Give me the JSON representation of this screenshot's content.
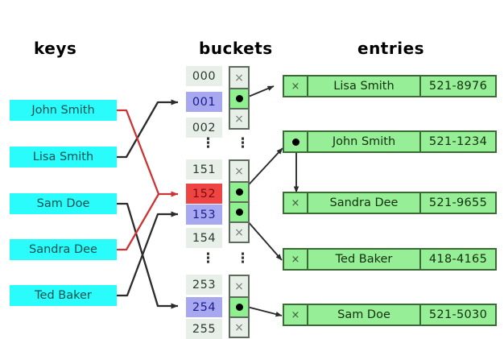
{
  "headings": {
    "keys": "keys",
    "buckets": "buckets",
    "entries": "entries"
  },
  "colors": {
    "key_box": "#2afcfc",
    "bucket_default": "#e8efe8",
    "bucket_selected_blue": "#a8a8f0",
    "bucket_collision_red": "#ee4444",
    "bucket_filled_slot": "#8ef08e",
    "entry_box": "#96ee96",
    "entry_border": "#3a6b34",
    "arrow_black": "#2b2b2b",
    "arrow_red": "#cc3333"
  },
  "keys": [
    {
      "label": "John Smith"
    },
    {
      "label": "Lisa Smith"
    },
    {
      "label": "Sam Doe"
    },
    {
      "label": "Sandra Dee"
    },
    {
      "label": "Ted Baker"
    }
  ],
  "bucket_groups": [
    {
      "rows": [
        {
          "index": "000",
          "state": "normal",
          "slot": "empty"
        },
        {
          "index": "001",
          "state": "selected",
          "slot": "pointer"
        },
        {
          "index": "002",
          "state": "normal",
          "slot": "empty"
        }
      ]
    },
    {
      "rows": [
        {
          "index": "151",
          "state": "normal",
          "slot": "empty"
        },
        {
          "index": "152",
          "state": "collision",
          "slot": "pointer"
        },
        {
          "index": "153",
          "state": "selected",
          "slot": "pointer"
        },
        {
          "index": "154",
          "state": "normal",
          "slot": "empty"
        }
      ]
    },
    {
      "rows": [
        {
          "index": "253",
          "state": "normal",
          "slot": "empty"
        },
        {
          "index": "254",
          "state": "selected",
          "slot": "pointer"
        },
        {
          "index": "255",
          "state": "normal",
          "slot": "empty"
        }
      ]
    }
  ],
  "ellipsis": "⋮",
  "empty_slot_mark": "×",
  "entries": [
    {
      "next": "null",
      "name": "Lisa Smith",
      "phone": "521-8976"
    },
    {
      "next": "pointer",
      "name": "John Smith",
      "phone": "521-1234"
    },
    {
      "next": "null",
      "name": "Sandra Dee",
      "phone": "521-9655"
    },
    {
      "next": "null",
      "name": "Ted Baker",
      "phone": "418-4165"
    },
    {
      "next": "null",
      "name": "Sam Doe",
      "phone": "521-5030"
    }
  ],
  "mappings": [
    {
      "from": "John Smith",
      "to_bucket": "152",
      "color": "red"
    },
    {
      "from": "Lisa Smith",
      "to_bucket": "001",
      "color": "black"
    },
    {
      "from": "Sam Doe",
      "to_bucket": "254",
      "color": "black"
    },
    {
      "from": "Sandra Dee",
      "to_bucket": "152",
      "color": "red"
    },
    {
      "from": "Ted Baker",
      "to_bucket": "153",
      "color": "black"
    }
  ],
  "bucket_links": [
    {
      "bucket": "001",
      "entry": "Lisa Smith"
    },
    {
      "bucket": "152",
      "entry": "John Smith"
    },
    {
      "bucket": "153",
      "entry": "Ted Baker"
    },
    {
      "bucket": "254",
      "entry": "Sam Doe"
    }
  ],
  "chain_links": [
    {
      "from_entry": "John Smith",
      "to_entry": "Sandra Dee"
    }
  ]
}
